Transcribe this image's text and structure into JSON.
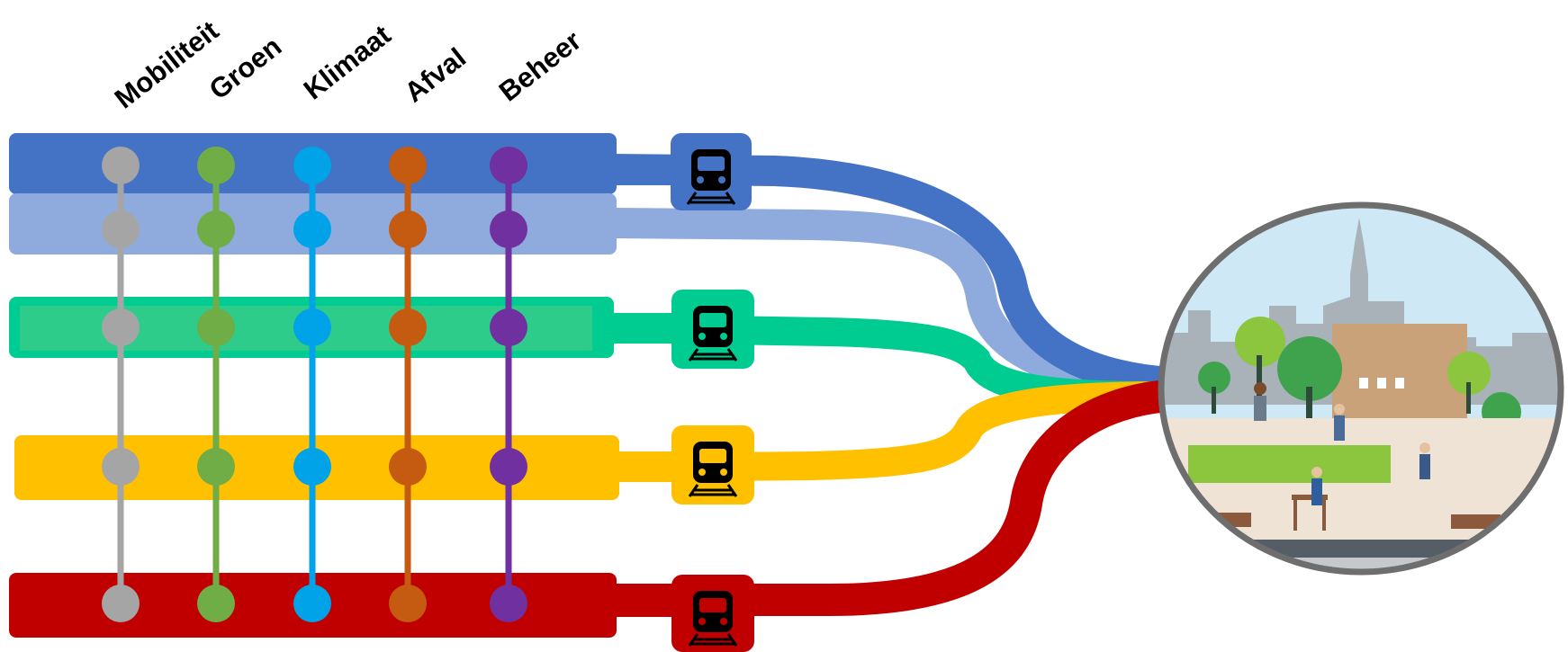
{
  "columns": [
    {
      "key": "mobiliteit",
      "label": "Mobiliteit",
      "color": "#A5A5A5"
    },
    {
      "key": "groen",
      "label": "Groen",
      "color": "#70AD47"
    },
    {
      "key": "klimaat",
      "label": "Klimaat",
      "color": "#00A2E8"
    },
    {
      "key": "afval",
      "label": "Afval",
      "color": "#C55A11"
    },
    {
      "key": "beheer",
      "label": "Beheer",
      "color": "#7030A0"
    }
  ],
  "lanes": [
    {
      "key": "lane-1",
      "color": "#4472C4",
      "train": true
    },
    {
      "key": "lane-2",
      "color": "#8FAADC",
      "train": false
    },
    {
      "key": "lane-3",
      "color": "#00CC92",
      "train": true
    },
    {
      "key": "lane-4",
      "color": "#FFC000",
      "train": true
    },
    {
      "key": "lane-5",
      "color": "#C00000",
      "train": true
    }
  ],
  "icons": {
    "train": "train-icon",
    "destination": "city-scene-illustration"
  }
}
